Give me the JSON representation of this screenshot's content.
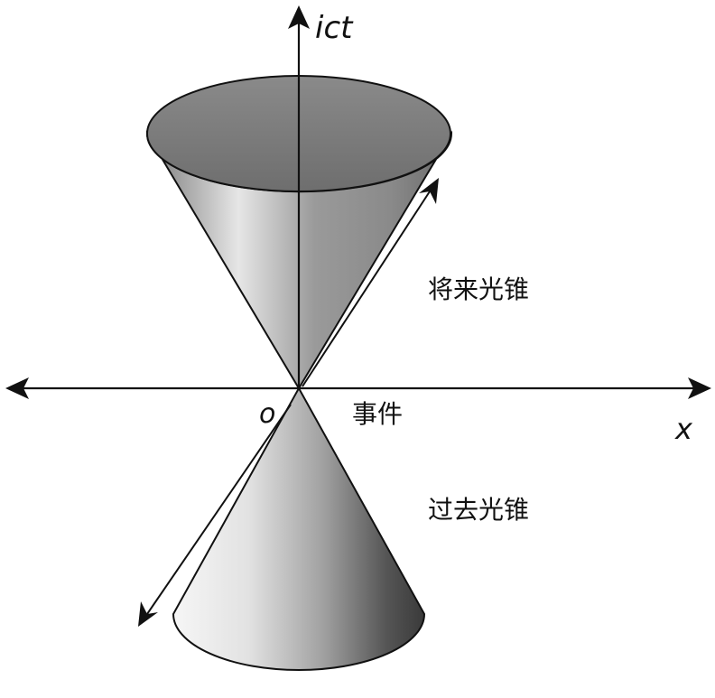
{
  "axes": {
    "vertical_label": "ict",
    "horizontal_label": "x",
    "origin_label": "o"
  },
  "labels": {
    "future_cone": "将来光锥",
    "event": "事件",
    "past_cone": "过去光锥"
  },
  "colors": {
    "line": "#111111",
    "cone_top_face": "#7a7a7a",
    "cone_light": "#f4f4f4",
    "cone_dark": "#4a4a4a"
  }
}
